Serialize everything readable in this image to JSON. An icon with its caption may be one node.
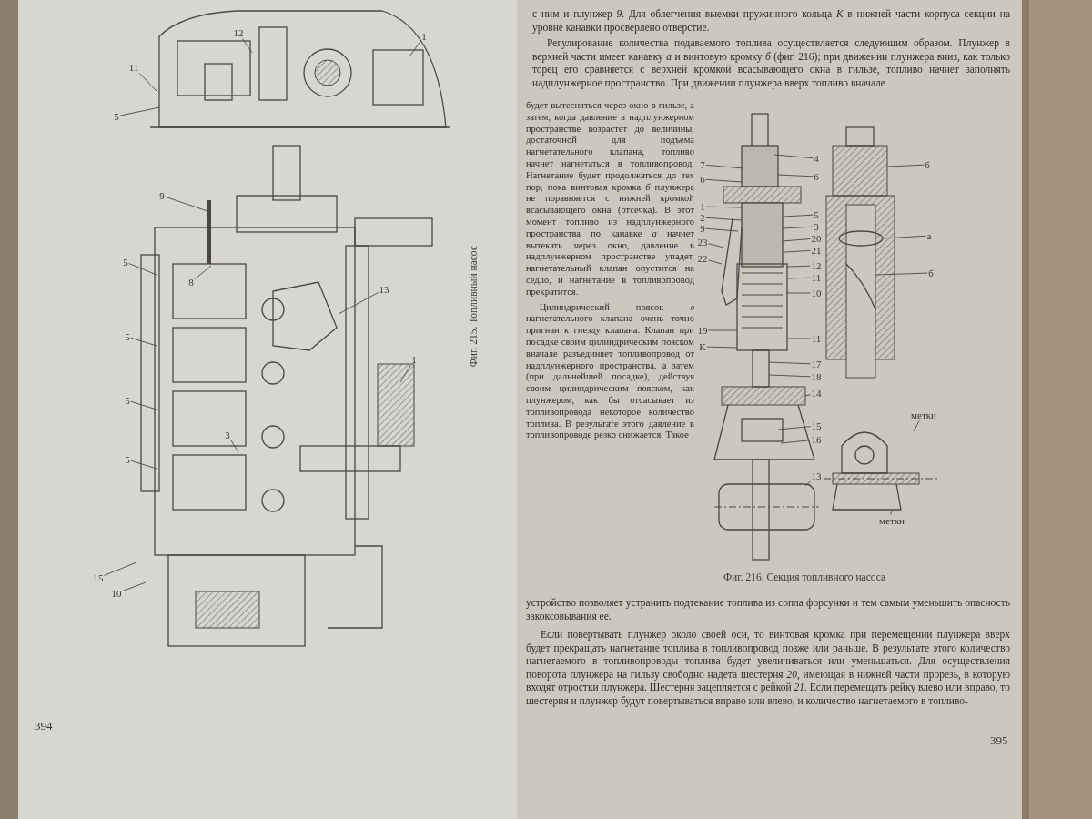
{
  "diagram": {
    "nodes": [
      {
        "text": [
          "11"
        ]
      },
      {
        "text": [
          "12"
        ]
      },
      {
        "text": [
          "1"
        ]
      },
      {
        "text": [
          "5"
        ]
      },
      {
        "text": [
          "9"
        ]
      },
      {
        "text": [
          "8"
        ]
      },
      {
        "text": [
          "5"
        ]
      },
      {
        "text": [
          "5"
        ]
      },
      {
        "text": [
          "5"
        ]
      },
      {
        "text": [
          "5"
        ]
      },
      {
        "text": [
          "13"
        ]
      },
      {
        "text": [
          "1"
        ]
      },
      {
        "text": [
          "3"
        ]
      },
      {
        "text": [
          "15"
        ]
      },
      {
        "text": [
          "10"
        ]
      },
      {
        "text": [
          "7"
        ]
      },
      {
        "text": [
          "6"
        ]
      },
      {
        "text": [
          "1"
        ]
      },
      {
        "text": [
          "2"
        ]
      },
      {
        "text": [
          "9"
        ]
      },
      {
        "text": [
          "23"
        ]
      },
      {
        "text": [
          "22"
        ]
      },
      {
        "text": [
          "19"
        ]
      },
      {
        "text": [
          "К"
        ]
      },
      {
        "text": [
          "4"
        ]
      },
      {
        "text": [
          "6"
        ]
      },
      {
        "text": [
          "5"
        ]
      },
      {
        "text": [
          "3"
        ]
      },
      {
        "text": [
          "20"
        ]
      },
      {
        "text": [
          "21"
        ]
      },
      {
        "text": [
          "12"
        ]
      },
      {
        "text": [
          "11"
        ]
      },
      {
        "text": [
          "10"
        ]
      },
      {
        "text": [
          "11"
        ]
      },
      {
        "text": [
          "17"
        ]
      },
      {
        "text": [
          "18"
        ]
      },
      {
        "text": [
          "14"
        ]
      },
      {
        "text": [
          "15"
        ]
      },
      {
        "text": [
          "16"
        ]
      },
      {
        "text": [
          "13"
        ]
      },
      {
        "text": [
          "б"
        ]
      },
      {
        "text": [
          "а"
        ]
      },
      {
        "text": [
          "б"
        ]
      },
      {
        "text": [
          "метки"
        ]
      },
      {
        "text": [
          "метки"
        ]
      },
      {
        "text": [],
        "shape": "picture"
      }
    ],
    "edges": [
      {
        "from": 0,
        "to": null,
        "arrow": "none"
      },
      {
        "from": 1,
        "to": null,
        "arrow": "none"
      },
      {
        "from": 2,
        "to": null,
        "arrow": "none"
      },
      {
        "from": 3,
        "to": null,
        "arrow": "none"
      },
      {
        "from": 4,
        "to": null,
        "arrow": "none"
      },
      {
        "from": 5,
        "to": null,
        "arrow": "none"
      },
      {
        "from": 6,
        "to": null,
        "arrow": "none"
      },
      {
        "from": 7,
        "to": null,
        "arrow": "none"
      },
      {
        "from": 8,
        "to": null,
        "arrow": "none"
      },
      {
        "from": 9,
        "to": null,
        "arrow": "none"
      },
      {
        "from": 10,
        "to": null,
        "arrow": "none"
      },
      {
        "from": 11,
        "to": null,
        "arrow": "none"
      },
      {
        "from": 12,
        "to": null,
        "arrow": "none"
      },
      {
        "from": 13,
        "to": null,
        "arrow": "none"
      },
      {
        "from": 14,
        "to": null,
        "arrow": "none"
      },
      {
        "from": 15,
        "to": null,
        "arrow": "none"
      },
      {
        "from": 16,
        "to": null,
        "arrow": "none"
      },
      {
        "from": 17,
        "to": null,
        "arrow": "none"
      },
      {
        "from": 18,
        "to": null,
        "arrow": "none"
      },
      {
        "from": 19,
        "to": null,
        "arrow": "none"
      },
      {
        "from": 20,
        "to": null,
        "arrow": "none"
      },
      {
        "from": 21,
        "to": null,
        "arrow": "none"
      },
      {
        "from": 22,
        "to": null,
        "arrow": "none"
      },
      {
        "from": 23,
        "to": null,
        "arrow": "none"
      },
      {
        "from": 24,
        "to": null,
        "arrow": "none"
      },
      {
        "from": 25,
        "to": null,
        "arrow": "none"
      },
      {
        "from": 26,
        "to": null,
        "arrow": "none"
      },
      {
        "from": 27,
        "to": null,
        "arrow": "none"
      },
      {
        "from": 28,
        "to": null,
        "arrow": "none"
      },
      {
        "from": 29,
        "to": null,
        "arrow": "none"
      },
      {
        "from": 30,
        "to": null,
        "arrow": "none"
      },
      {
        "from": 31,
        "to": null,
        "arrow": "none"
      },
      {
        "from": 32,
        "to": null,
        "arrow": "none"
      },
      {
        "from": 33,
        "to": null,
        "arrow": "none"
      },
      {
        "from": 34,
        "to": null,
        "arrow": "none"
      },
      {
        "from": 35,
        "to": null,
        "arrow": "none"
      },
      {
        "from": 36,
        "to": null,
        "arrow": "none"
      },
      {
        "from": 37,
        "to": null,
        "arrow": "none"
      },
      {
        "from": 38,
        "to": null,
        "arrow": "none"
      },
      {
        "from": 39,
        "to": null,
        "arrow": "none"
      },
      {
        "from": 40,
        "to": null,
        "arrow": "none"
      },
      {
        "from": 41,
        "to": null,
        "arrow": "none"
      },
      {
        "from": 42,
        "to": null,
        "arrow": "none"
      },
      {
        "from": 43,
        "to": 45,
        "arrow": "none"
      },
      {
        "from": 44,
        "to": 45,
        "arrow": "none"
      }
    ],
    "labels": [
      "с ним и плунжер *9*. Для облегчения выемки пружинного кольца *К* в нижней части корпуса секции на уровне канавки просверлено отверстие.",
      "Регулирование количества подаваемого топлива осуществляется следующим образом. Плунжер в верхней части имеет канавку *а* и винтовую кромку *б* (фиг. 216); при движении плунжера вниз, как только торец его сравняется с верхней кромкой всасывающего окна в гильзе, топливо начнет заполнять надплунжерное пространство. При движении плунжера вверх топливо вначале",
      "будет вытесняться через окно в гильзе, а затем, когда давление в надплунжерном пространстве возрастет до величины, достаточной для подъема нагнетательного клапана, топливо начнет нагнетаться в топливопровод. Нагнетание будет продолжаться до тех пор, пока винтовая кромка *б* плунжера не поравняется с нижней кромкой всасывающего окна (отсечка). В этот момент топливо из надплунжерного пространства по канавке *а* начнет вытекать через окно, давление в надплунжерном пространстве упадет, нагнетательный клапан опустится на седло, и нагнетание в топливопровод прекратится.",
      "Цилиндрический поясок *в* нагнетательного клапана очень точно пригнан к гнезду клапана. Клапан при посадке своим цилиндрическим пояском вначале разъединяет топливопровод от надплунжерного пространства, а затем (при дальнейшей посадке), действуя своим цилиндрическим пояском, как плунжером, как бы отсасывает из топливопровода некоторое количество топлива. В результате этого давление в топливопроводе резко снижается. Такое",
      "Фиг. 216. Секция топливного насоса",
      "устройство позволяет устранить подтекание топлива из сопла форсунки и тем самым уменьшить опасность закоксовывания ее.",
      "Если повертывать плунжер около своей оси, то винтовая кромка при перемещении плунжера вверх будет прекращать нагнетание топлива в топливопровод позже или раньше. В результате этого количество нагнетаемого в топливопроводы топлива будет увеличиваться или уменьшаться. Для осуществления поворота плунжера на гильзу свободно надета шестерня *20*, имеющая в нижней части прорезь, в которую входят отростки плунжера. Шестерня зацепляется с рейкой *21*. Если перемещать рейку влево или вправо, то шестерня и плунжер будут повертываться вправо или влево, и количество нагнетаемого в топливо-",
      "Фиг. 215. Топливный насос",
      "394",
      "395"
    ]
  }
}
